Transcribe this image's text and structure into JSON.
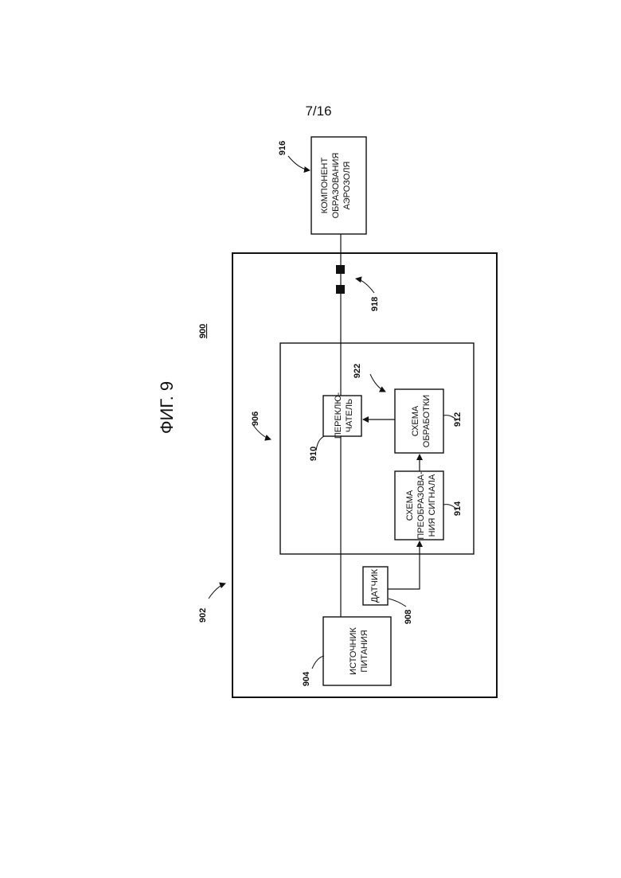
{
  "page_number": "7/16",
  "figure_title": "ФИГ. 9",
  "system_ref": "900",
  "refs": {
    "device": "902",
    "power": "904",
    "controller": "906",
    "sensor": "908",
    "switch": "910",
    "processing": "912",
    "conversion": "914",
    "aerosol": "916",
    "connector": "918",
    "path": "922"
  },
  "labels": {
    "power": [
      "ИСТОЧНИК",
      "ПИТАНИЯ"
    ],
    "sensor": [
      "ДАТЧИК"
    ],
    "conversion": [
      "СХЕМА",
      "ПРЕОБРАЗОВА-",
      "НИЯ СИГНАЛА"
    ],
    "processing": [
      "СХЕМА",
      "ОБРАБОТКИ"
    ],
    "switch": [
      "ПЕРЕКЛЮ-",
      "ЧАТЕЛЬ"
    ],
    "aerosol": [
      "КОМПОНЕНТ",
      "ОБРАЗОВАНИЯ",
      "АЭРОЗОЛЯ"
    ]
  }
}
